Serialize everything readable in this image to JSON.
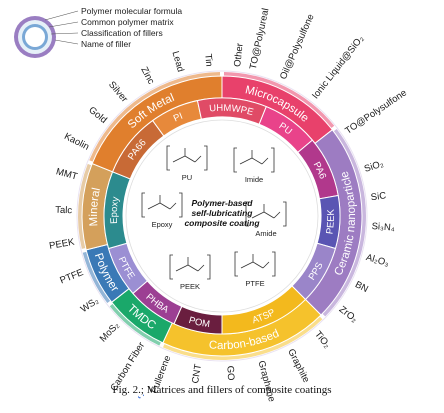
{
  "legend": {
    "items": [
      {
        "label": "Polymer molecular formula"
      },
      {
        "label": "Common polymer matrix"
      },
      {
        "label": "Classification of fillers"
      },
      {
        "label": "Name of filler"
      }
    ]
  },
  "center": {
    "title_lines": [
      "Polymer-based",
      "self-lubricating",
      "composite coating"
    ],
    "molecules": [
      {
        "name": "PU"
      },
      {
        "name": "Imide"
      },
      {
        "name": "Amide"
      },
      {
        "name": "PTFE"
      },
      {
        "name": "PEEK"
      },
      {
        "name": "Epoxy"
      }
    ]
  },
  "matrices": [
    {
      "label": "PU",
      "color": "#e9438a"
    },
    {
      "label": "PA6",
      "color": "#b1388c"
    },
    {
      "label": "PEEK",
      "color": "#5a55b3"
    },
    {
      "label": "PPS",
      "color": "#9a85c9"
    },
    {
      "label": "ATSP",
      "color": "#f3b91d"
    },
    {
      "label": "POM",
      "color": "#6a1e3f"
    },
    {
      "label": "PHBA",
      "color": "#9c3f93"
    },
    {
      "label": "PTFE",
      "color": "#9b8fd3"
    },
    {
      "label": "Epoxy",
      "color": "#2c8b8e"
    },
    {
      "label": "PA66",
      "color": "#c86a36"
    },
    {
      "label": "PI",
      "color": "#e7893b"
    },
    {
      "label": "UHMWPE",
      "color": "#e04b66"
    }
  ],
  "categories": [
    {
      "label": "Microcapsule",
      "color": "#e8416b"
    },
    {
      "label": "Ceramic nanoparticle",
      "color": "#9d7cc2"
    },
    {
      "label": "Carbon-based",
      "color": "#f5c22c"
    },
    {
      "label": "TMDC",
      "color": "#1aa86a"
    },
    {
      "label": "Polymer",
      "color": "#3a79b6"
    },
    {
      "label": "Mineral",
      "color": "#d4a05b"
    },
    {
      "label": "Soft Metal",
      "color": "#e07f2d"
    }
  ],
  "fillers": [
    {
      "label": "TO@Polyureal"
    },
    {
      "label": "Oil@Polysulfone"
    },
    {
      "label": "Ionic Liquid@SiO2"
    },
    {
      "label": "TO@Polysulfone"
    },
    {
      "label": "SiO2"
    },
    {
      "label": "SiC"
    },
    {
      "label": "Si3N4"
    },
    {
      "label": "Al2O3"
    },
    {
      "label": "BN"
    },
    {
      "label": "ZrO2"
    },
    {
      "label": "TiO2"
    },
    {
      "label": "Graphite"
    },
    {
      "label": "Graphene"
    },
    {
      "label": "GO"
    },
    {
      "label": "CNT"
    },
    {
      "label": "Fullerene"
    },
    {
      "label": "Carbon Fiber"
    },
    {
      "label": "MoS2"
    },
    {
      "label": "WS2"
    },
    {
      "label": "PTFE"
    },
    {
      "label": "PEEK"
    },
    {
      "label": "Talc"
    },
    {
      "label": "MMT"
    },
    {
      "label": "Kaolin"
    },
    {
      "label": "Gold"
    },
    {
      "label": "Silver"
    },
    {
      "label": "Zinc"
    },
    {
      "label": "Lead"
    },
    {
      "label": "Tin"
    },
    {
      "label": "Other"
    }
  ],
  "caption": {
    "prefix": "Fig. 2",
    "mark": ".;",
    "text": " Matrices and fillers of composite coatings"
  }
}
